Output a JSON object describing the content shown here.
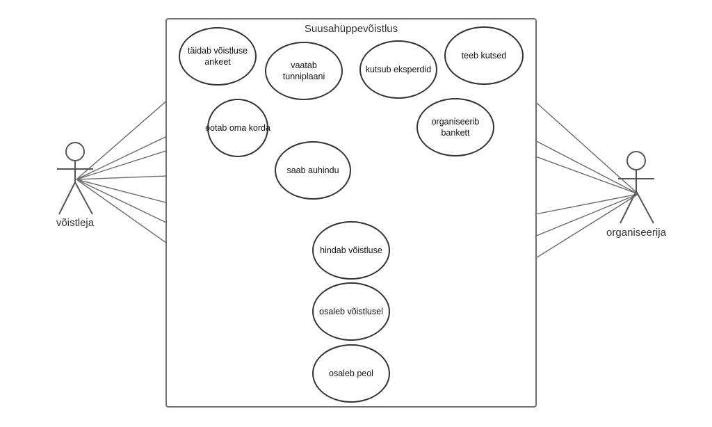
{
  "system": {
    "title": "Suusahüppevõistlus"
  },
  "actors": [
    {
      "id": "voistleja",
      "label": "võistleja"
    },
    {
      "id": "organiseerija",
      "label": "organiseerija"
    }
  ],
  "use_cases": [
    {
      "id": "uc1",
      "lines": [
        "täidab võistluse",
        "ankeet"
      ]
    },
    {
      "id": "uc2",
      "lines": [
        "vaatab",
        "tunniplaani"
      ]
    },
    {
      "id": "uc3",
      "lines": [
        "kutsub eksperdid"
      ]
    },
    {
      "id": "uc4",
      "lines": [
        "teeb kutsed"
      ]
    },
    {
      "id": "uc5",
      "lines": [
        "ootab oma korda"
      ]
    },
    {
      "id": "uc6",
      "lines": [
        "organiseerib",
        "bankett"
      ]
    },
    {
      "id": "uc7",
      "lines": [
        "saab auhindu"
      ]
    },
    {
      "id": "uc8",
      "lines": [
        "hindab võistluse"
      ]
    },
    {
      "id": "uc9",
      "lines": [
        "osaleb võistlusel"
      ]
    },
    {
      "id": "uc10",
      "lines": [
        "osaleb peol"
      ]
    }
  ],
  "associations": [
    {
      "actor": "voistleja",
      "use_case": "uc1"
    },
    {
      "actor": "voistleja",
      "use_case": "uc2"
    },
    {
      "actor": "voistleja",
      "use_case": "uc5"
    },
    {
      "actor": "voistleja",
      "use_case": "uc7"
    },
    {
      "actor": "voistleja",
      "use_case": "uc8"
    },
    {
      "actor": "voistleja",
      "use_case": "uc9"
    },
    {
      "actor": "voistleja",
      "use_case": "uc10"
    },
    {
      "actor": "organiseerija",
      "use_case": "uc3"
    },
    {
      "actor": "organiseerija",
      "use_case": "uc4"
    },
    {
      "actor": "organiseerija",
      "use_case": "uc6"
    },
    {
      "actor": "organiseerija",
      "use_case": "uc8"
    },
    {
      "actor": "organiseerija",
      "use_case": "uc9"
    },
    {
      "actor": "organiseerija",
      "use_case": "uc10"
    }
  ]
}
